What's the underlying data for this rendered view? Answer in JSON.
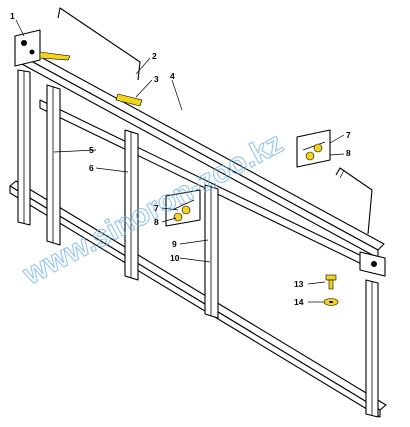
{
  "callouts": [
    "1",
    "2",
    "3",
    "4",
    "5",
    "6",
    "7",
    "8",
    "9",
    "10",
    "7",
    "8",
    "13",
    "14"
  ],
  "watermark": "www.sinoron-zoo.kz",
  "colors": {
    "accent_yellow": "#f2d21a",
    "watermark_blue": "#6fb3e6"
  }
}
